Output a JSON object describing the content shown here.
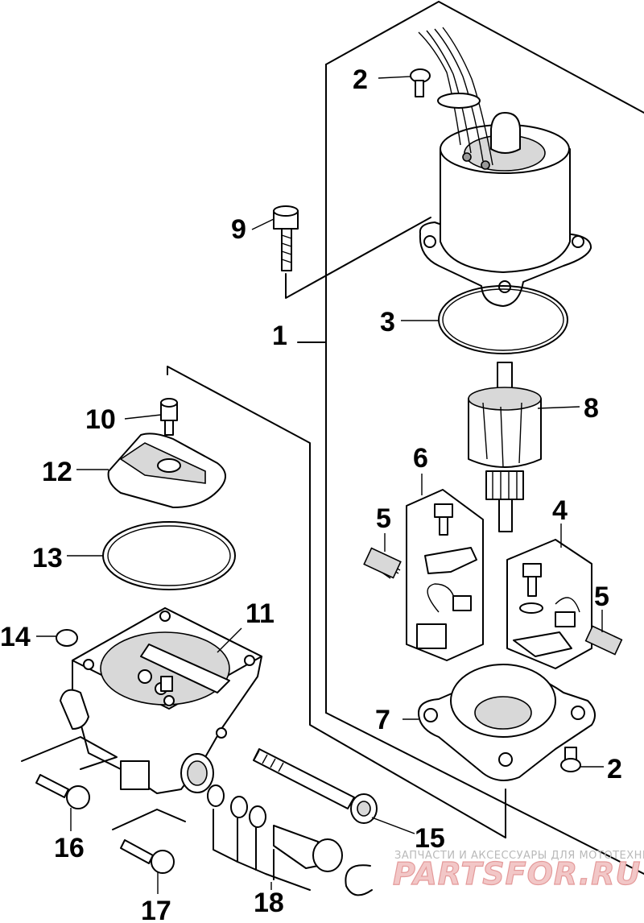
{
  "diagram": {
    "callouts": {
      "c1": "1",
      "c2a": "2",
      "c2b": "2",
      "c3": "3",
      "c4": "4",
      "c5a": "5",
      "c5b": "5",
      "c6": "6",
      "c7": "7",
      "c8": "8",
      "c9": "9",
      "c10": "10",
      "c11": "11",
      "c12": "12",
      "c13": "13",
      "c14": "14",
      "c15": "15",
      "c16": "16",
      "c17": "17",
      "c18": "18"
    }
  },
  "watermark": {
    "tagline": "ЗАПЧАСТИ И АКСЕССУАРЫ ДЛЯ МОТОТЕХНИКИ",
    "brand": "PARTSFOR.RU"
  },
  "colors": {
    "line": "#000000",
    "watermark_brand": "#e49a9a",
    "watermark_text": "#b9b9b9"
  }
}
